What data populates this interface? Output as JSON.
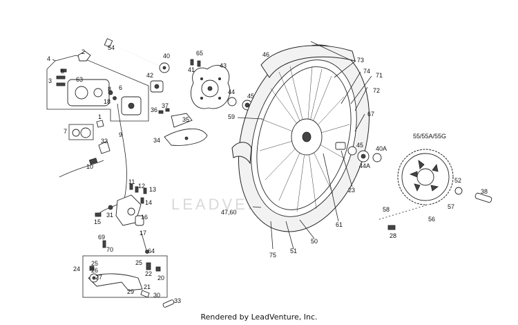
{
  "watermark": "LEADVENTURE",
  "footer_text": "Rendered by LeadVenture, Inc.",
  "callouts": {
    "c1": "1",
    "c2": "2",
    "c3": "3",
    "c4": "4",
    "c5": "5",
    "c6": "6",
    "c7": "7",
    "c8": "8",
    "c9": "9",
    "c10": "10",
    "c11": "11",
    "c12": "12",
    "c13": "13",
    "c14": "14",
    "c15": "15",
    "c16": "16",
    "c17": "17",
    "c18": "18",
    "c20": "20",
    "c21": "21",
    "c22": "22",
    "c23": "23",
    "c24": "24",
    "c25a": "25",
    "c25b": "25",
    "c26": "26",
    "c27": "27",
    "c28": "28",
    "c29": "29",
    "c30": "30",
    "c31": "31",
    "c32": "32",
    "c33": "33",
    "c34": "34",
    "c35": "35",
    "c36": "36",
    "c37": "37",
    "c38": "38",
    "c40": "40",
    "c40a": "40A",
    "c41": "41",
    "c42": "42",
    "c43": "43",
    "c44": "44",
    "c44a": "44A",
    "c45a": "45",
    "c45b": "45",
    "c46": "46",
    "c47_60": "47,60",
    "c50": "50",
    "c51": "51",
    "c52": "52",
    "c54": "54",
    "c55": "55/55A/55G",
    "c56": "56",
    "c57": "57",
    "c58": "58",
    "c59": "59",
    "c61": "61",
    "c63": "63",
    "c64": "64",
    "c65": "65",
    "c67": "67",
    "c69": "69",
    "c70": "70",
    "c71": "71",
    "c72": "72",
    "c73": "73",
    "c74": "74",
    "c75": "75"
  },
  "colors": {
    "line": "#222222",
    "background": "#ffffff",
    "watermark": "#d9d9d9"
  }
}
